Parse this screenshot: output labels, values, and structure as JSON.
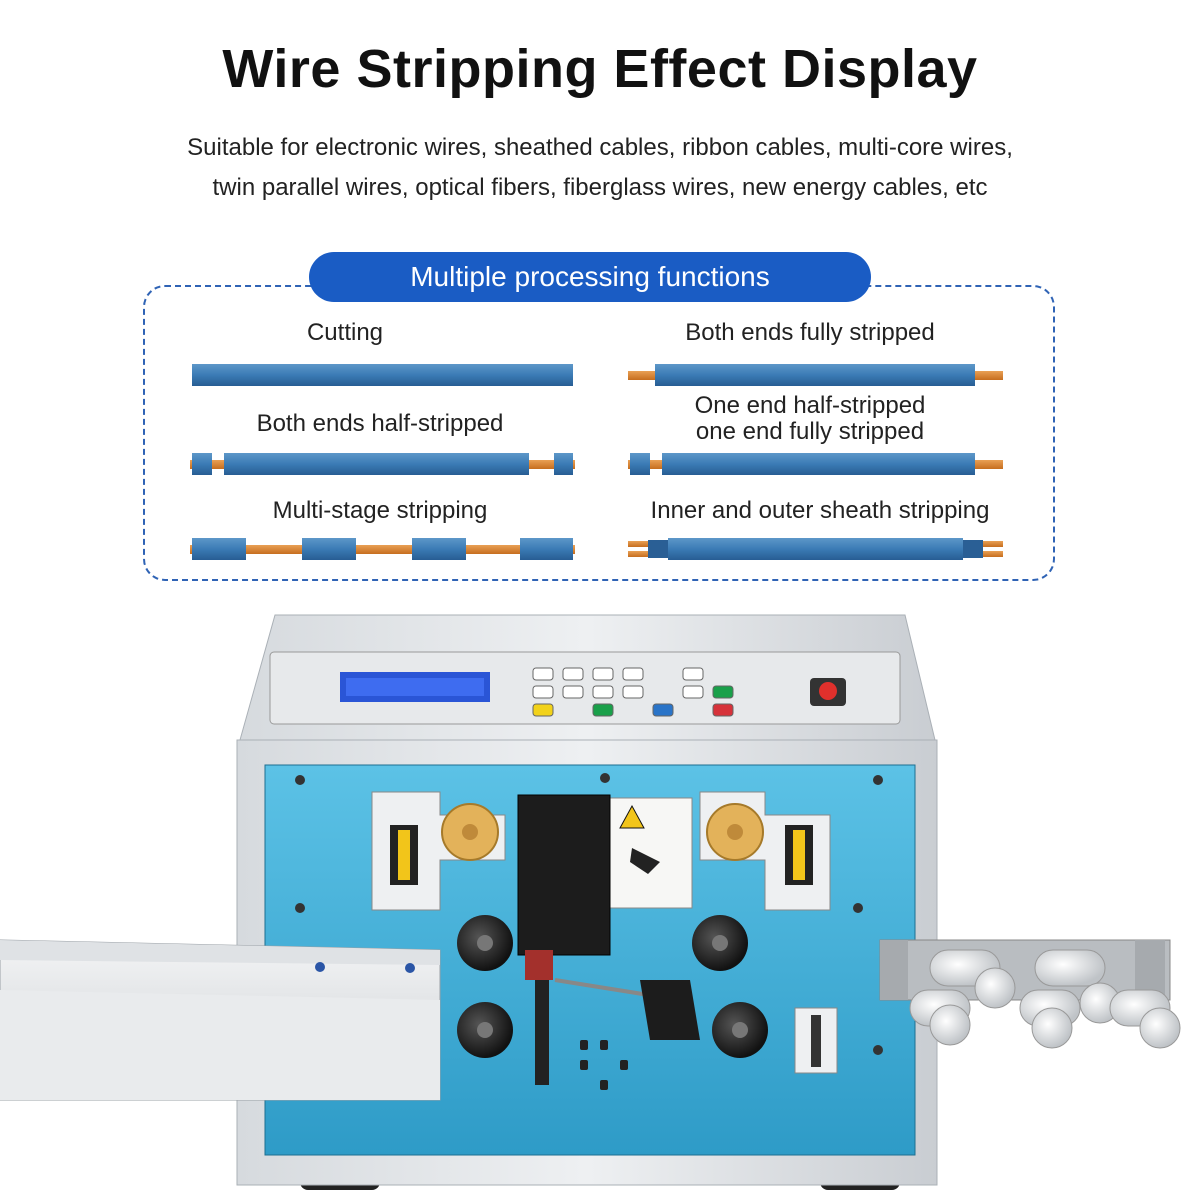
{
  "header": {
    "title": "Wire Stripping Effect Display",
    "subtitle_line1": "Suitable for electronic wires, sheathed cables, ribbon cables, multi-core wires,",
    "subtitle_line2": "twin parallel wires, optical fibers, fiberglass wires, new energy cables, etc"
  },
  "functions": {
    "banner": "Multiple processing functions",
    "items": [
      {
        "label": "Cutting"
      },
      {
        "label": "Both ends fully stripped"
      },
      {
        "label": "Both ends half-stripped"
      },
      {
        "label_line1": "One end half-stripped",
        "label_line2": "one end fully stripped"
      },
      {
        "label": "Multi-stage stripping"
      },
      {
        "label": "Inner and outer sheath stripping"
      }
    ]
  },
  "colors": {
    "accent": "#1a5cc4",
    "wire_sheath": "#3b7bb5",
    "wire_core": "#d9822b",
    "machine_panel": "#3fb0d8"
  }
}
